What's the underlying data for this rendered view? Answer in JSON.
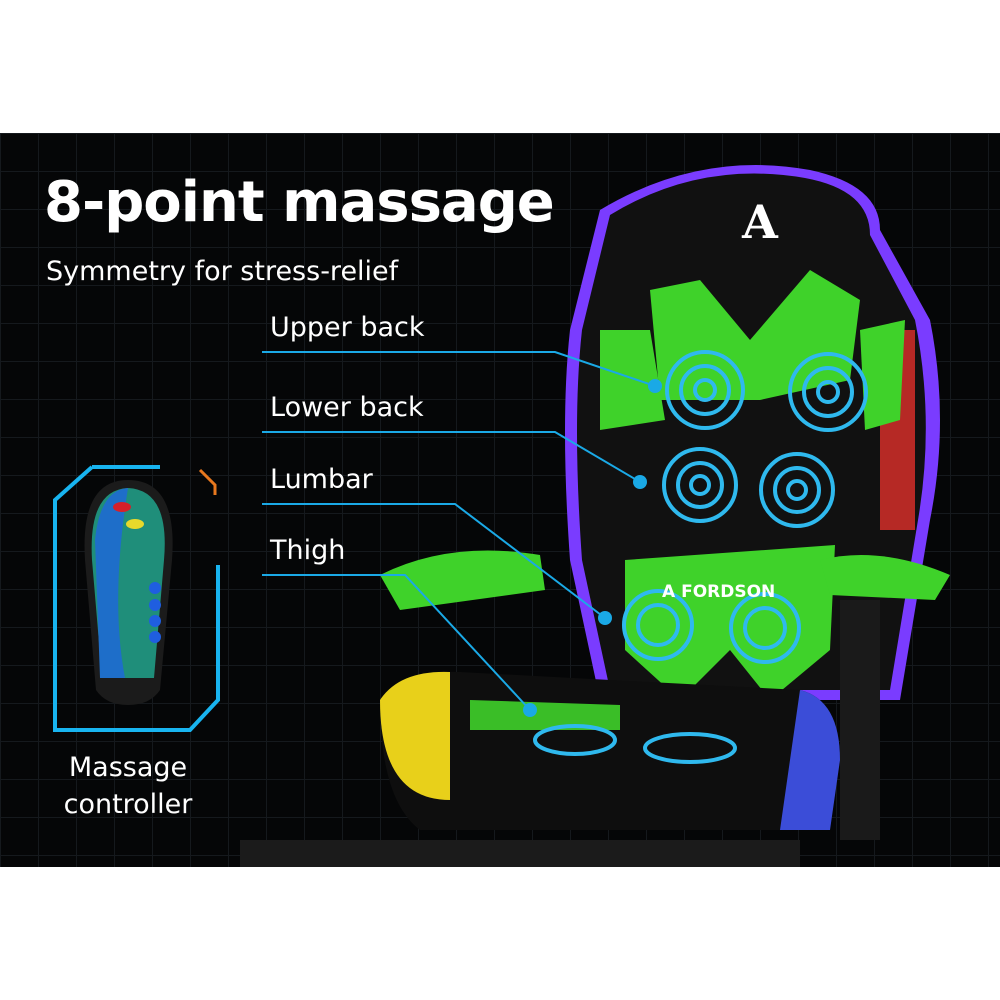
{
  "headline": "8-point massage",
  "subheadline": "Symmetry for stress-relief",
  "callouts": [
    {
      "label": "Upper back"
    },
    {
      "label": "Lower back"
    },
    {
      "label": "Lumbar"
    },
    {
      "label": "Thigh"
    }
  ],
  "controller_caption": [
    "Massage",
    "controller"
  ],
  "brand": {
    "logo_letter": "A",
    "name": "FORDSON"
  },
  "colors": {
    "accent_green": "#3fd22a",
    "callout_blue": "#1aa9e6",
    "background": "#050607"
  }
}
